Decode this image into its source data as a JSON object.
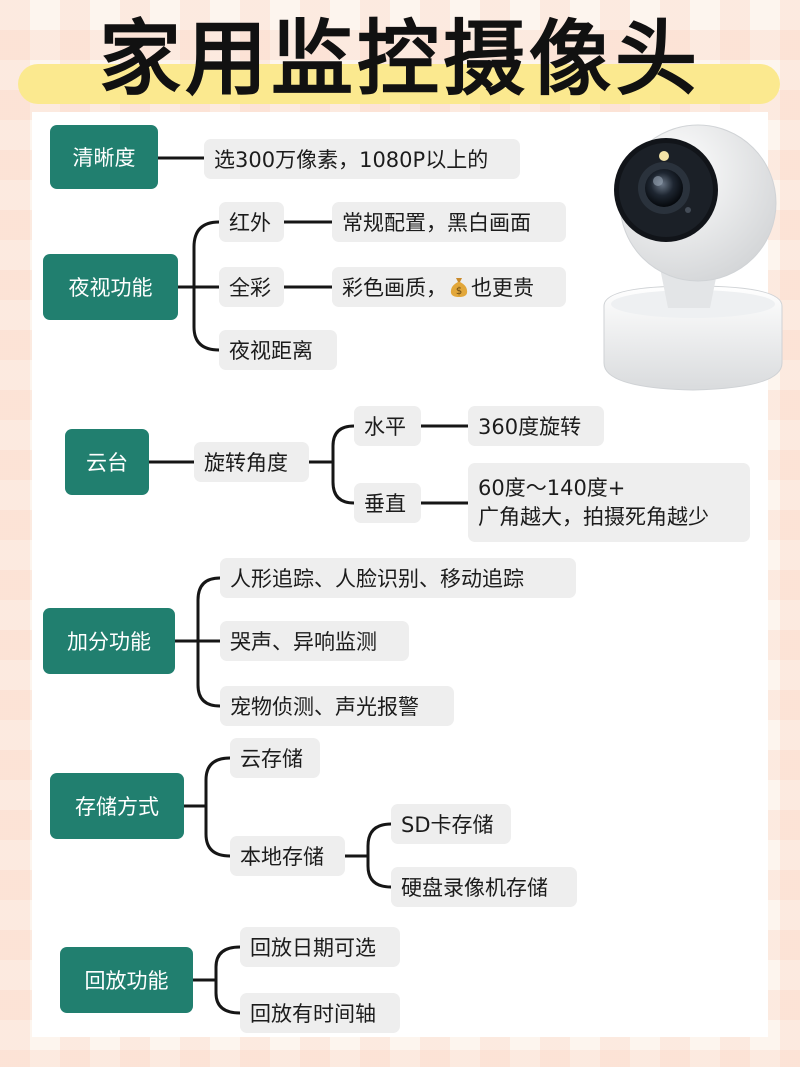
{
  "title": "家用监控摄像头",
  "camera": {
    "icon": "security-camera-icon"
  },
  "colors": {
    "category_bg": "#217f6f",
    "pill_bg": "#eeeeee",
    "title_highlight": "#fbe98f",
    "line": "#161616"
  },
  "sections": {
    "clarity": {
      "label": "清晰度",
      "item": "选300万像素，1080P以上的"
    },
    "night_vision": {
      "label": "夜视功能",
      "infrared": "红外",
      "infrared_desc": "常规配置，黑白画面",
      "full_color": "全彩",
      "full_color_desc_pre": "彩色画质，",
      "full_color_desc_icon": "money-bag-icon",
      "full_color_desc_post": "也更贵",
      "distance": "夜视距离"
    },
    "ptz": {
      "label": "云台",
      "angle": "旋转角度",
      "horizontal": "水平",
      "horizontal_desc": "360度旋转",
      "vertical": "垂直",
      "vertical_desc_line1": "60度～140度+",
      "vertical_desc_line2": "广角越大，拍摄死角越少"
    },
    "extras": {
      "label": "加分功能",
      "items": [
        "人形追踪、人脸识别、移动追踪",
        "哭声、异响监测",
        "宠物侦测、声光报警"
      ]
    },
    "storage": {
      "label": "存储方式",
      "cloud": "云存储",
      "local": "本地存储",
      "local_items": [
        "SD卡存储",
        "硬盘录像机存储"
      ]
    },
    "playback": {
      "label": "回放功能",
      "items": [
        "回放日期可选",
        "回放有时间轴"
      ]
    }
  }
}
